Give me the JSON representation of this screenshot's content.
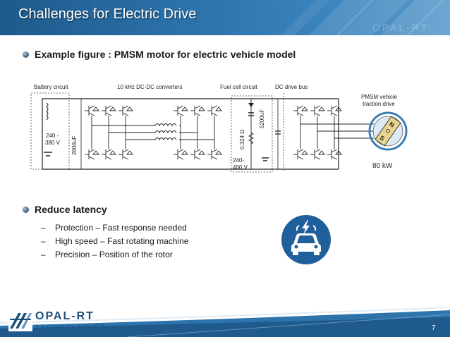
{
  "slide": {
    "title": "Challenges for Electric Drive",
    "bullets": [
      {
        "text": "Example figure : PMSM motor for electric vehicle model"
      },
      {
        "text": "Reduce latency",
        "subitems": [
          {
            "dash": "–",
            "text": "Protection – Fast response needed"
          },
          {
            "dash": "–",
            "text": "High speed – Fast rotating machine"
          },
          {
            "dash": "–",
            "text": "Precision – Position of the rotor"
          }
        ]
      }
    ]
  },
  "schematic": {
    "battery_label": "Battery circuit",
    "converter_label": "10 kHz DC-DC converters",
    "fuel_cell_label": "Fuel cell circuit",
    "bus_label": "DC drive bus",
    "motor_label_1": "PMSM vehicle",
    "motor_label_2": "traction drive",
    "battery_voltage_1": "240 -",
    "battery_voltage_2": "380 V",
    "cap1": "2600uF",
    "resistor": "0.324 Ω",
    "cap2": "5200uF",
    "fc_voltage_1": "240-",
    "fc_voltage_2": "400 V",
    "rotor_n": "N",
    "rotor_s": "S",
    "power": "80 kW"
  },
  "header_deco_text": "OPAL-RT",
  "footer": {
    "logo_main": "OPAL-RT",
    "logo_sub": "TECHNOLOGIES",
    "page_number": "7"
  },
  "colors": {
    "header_blue": "#2d74ad",
    "icon_blue": "#1f5f9b",
    "logo_blue": "#1d4f7c"
  }
}
